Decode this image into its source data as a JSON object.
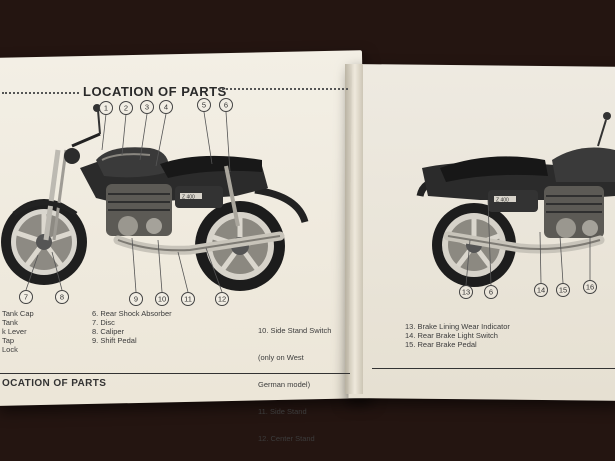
{
  "page": {
    "heading": "LOCATION OF PARTS",
    "footer_title": "OCATION OF PARTS"
  },
  "parts_left_fragments": [
    "Tank Cap",
    "Tank",
    "k Lever",
    "Tap",
    "Lock"
  ],
  "parts_col2": [
    "6.  Rear Shock Absorber",
    "7.  Disc",
    "8.  Caliper",
    "9.  Shift Pedal"
  ],
  "parts_col3": [
    "10.  Side Stand Switch",
    "       (only on West",
    "       German model)",
    "11.  Side Stand",
    "12.  Center Stand"
  ],
  "parts_right": [
    "13.  Brake Lining Wear Indicator",
    "14.  Rear Brake Light Switch",
    "15.  Rear Brake Pedal"
  ],
  "callouts_left": [
    "1",
    "2",
    "3",
    "4",
    "5",
    "6",
    "7",
    "8",
    "9",
    "10",
    "11",
    "12"
  ],
  "callouts_right": [
    "13",
    "6",
    "14",
    "15",
    "16"
  ],
  "badge_left": "Z 400",
  "badge_right": "Z 400",
  "colors": {
    "background": "#241511",
    "paper": "#f0ebe0",
    "ink": "#2a2a2a"
  }
}
